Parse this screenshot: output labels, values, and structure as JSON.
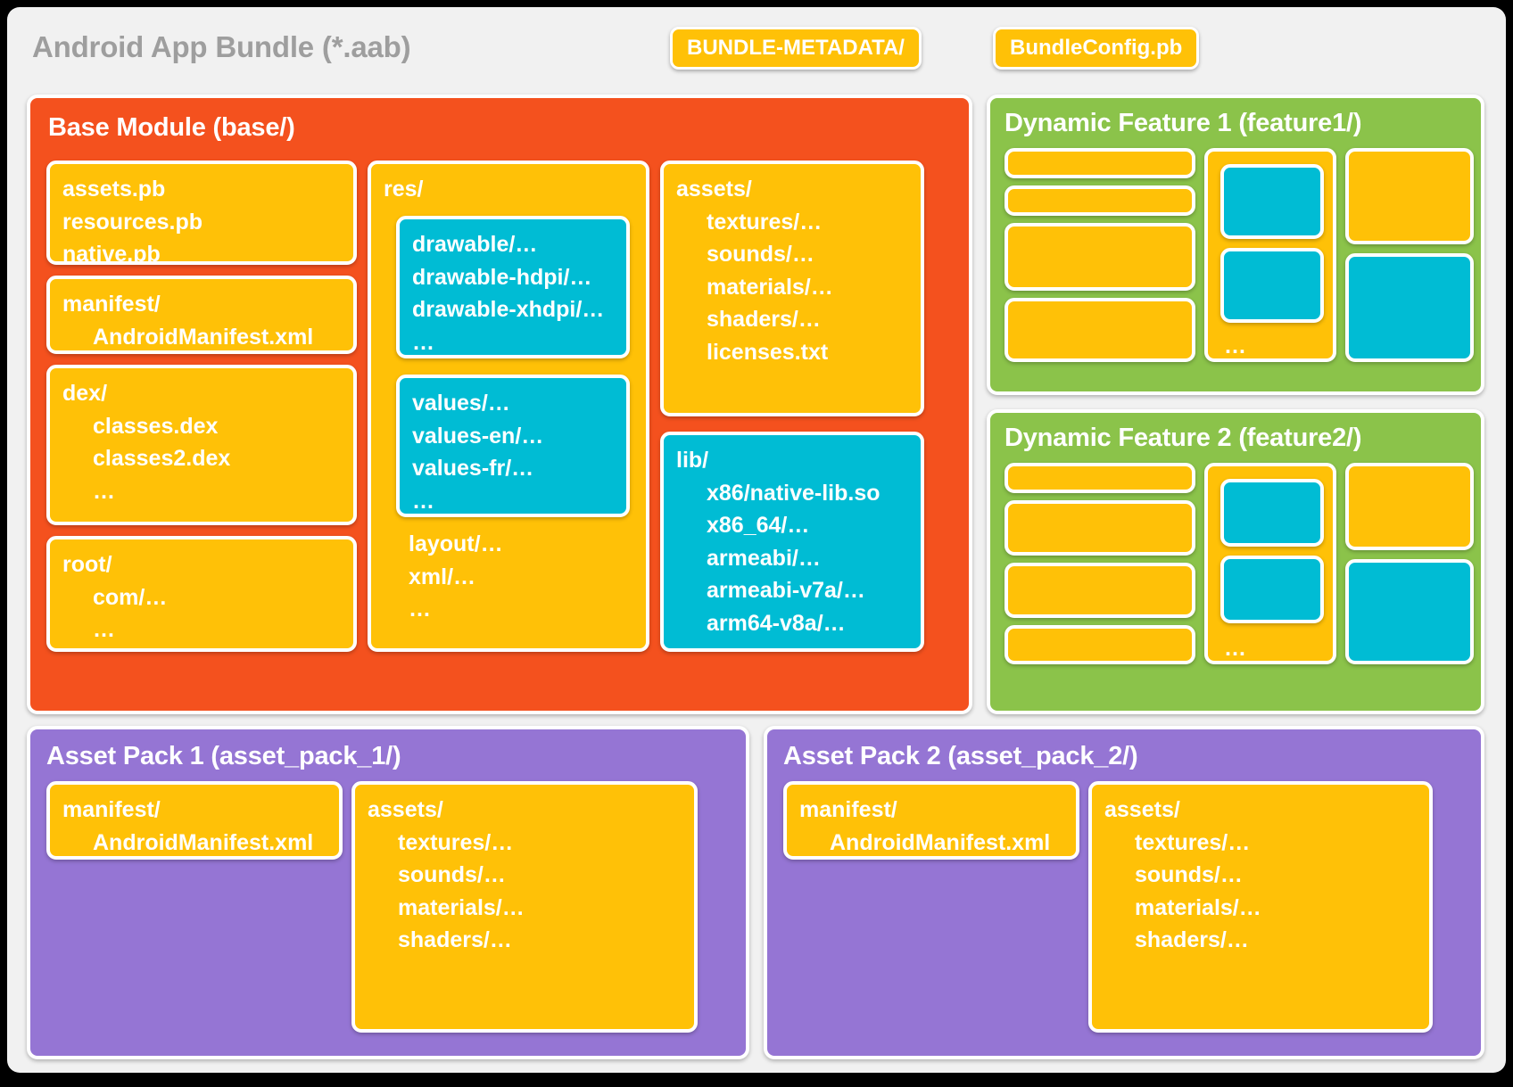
{
  "bundle": {
    "title": "Android App Bundle (*.aab)",
    "metadata_chip": "BUNDLE-METADATA/",
    "config_chip": "BundleConfig.pb"
  },
  "colors": {
    "base_module": "#f4511e",
    "dynamic_feature": "#8bc34a",
    "asset_pack": "#9575d4",
    "file_card": "#ffc107",
    "nested_card": "#00bcd4",
    "page_background": "#f1f1f1",
    "title_text": "#9e9e9e"
  },
  "base_module": {
    "title": "Base Module (base/)",
    "protos": {
      "line1": "assets.pb",
      "line2": "resources.pb",
      "line3": "native.pb"
    },
    "manifest": {
      "dir": "manifest/",
      "file": "AndroidManifest.xml"
    },
    "dex": {
      "dir": "dex/",
      "file1": "classes.dex",
      "file2": "classes2.dex",
      "more": "…"
    },
    "root": {
      "dir": "root/",
      "file1": "com/…",
      "more": "…"
    },
    "res": {
      "dir": "res/",
      "drawable": {
        "line1": "drawable/…",
        "line2": "drawable-hdpi/…",
        "line3": "drawable-xhdpi/…",
        "more": "…"
      },
      "values": {
        "line1": "values/…",
        "line2": "values-en/…",
        "line3": "values-fr/…",
        "more": "…"
      },
      "tail": {
        "line1": "layout/…",
        "line2": "xml/…",
        "more": "…"
      }
    },
    "assets": {
      "dir": "assets/",
      "line1": "textures/…",
      "line2": "sounds/…",
      "line3": "materials/…",
      "line4": "shaders/…",
      "line5": "licenses.txt"
    },
    "lib": {
      "dir": "lib/",
      "line1": "x86/native-lib.so",
      "line2": "x86_64/…",
      "line3": "armeabi/…",
      "line4": "armeabi-v7a/…",
      "line5": "arm64-v8a/…"
    }
  },
  "dynamic_features": [
    {
      "title": "Dynamic Feature 1 (feature1/)",
      "more": "…"
    },
    {
      "title": "Dynamic Feature 2 (feature2/)",
      "more": "…"
    }
  ],
  "asset_packs": [
    {
      "title": "Asset Pack 1 (asset_pack_1/)",
      "manifest": {
        "dir": "manifest/",
        "file": "AndroidManifest.xml"
      },
      "assets": {
        "dir": "assets/",
        "line1": "textures/…",
        "line2": "sounds/…",
        "line3": "materials/…",
        "line4": "shaders/…"
      }
    },
    {
      "title": "Asset Pack 2 (asset_pack_2/)",
      "manifest": {
        "dir": "manifest/",
        "file": "AndroidManifest.xml"
      },
      "assets": {
        "dir": "assets/",
        "line1": "textures/…",
        "line2": "sounds/…",
        "line3": "materials/…",
        "line4": "shaders/…"
      }
    }
  ]
}
